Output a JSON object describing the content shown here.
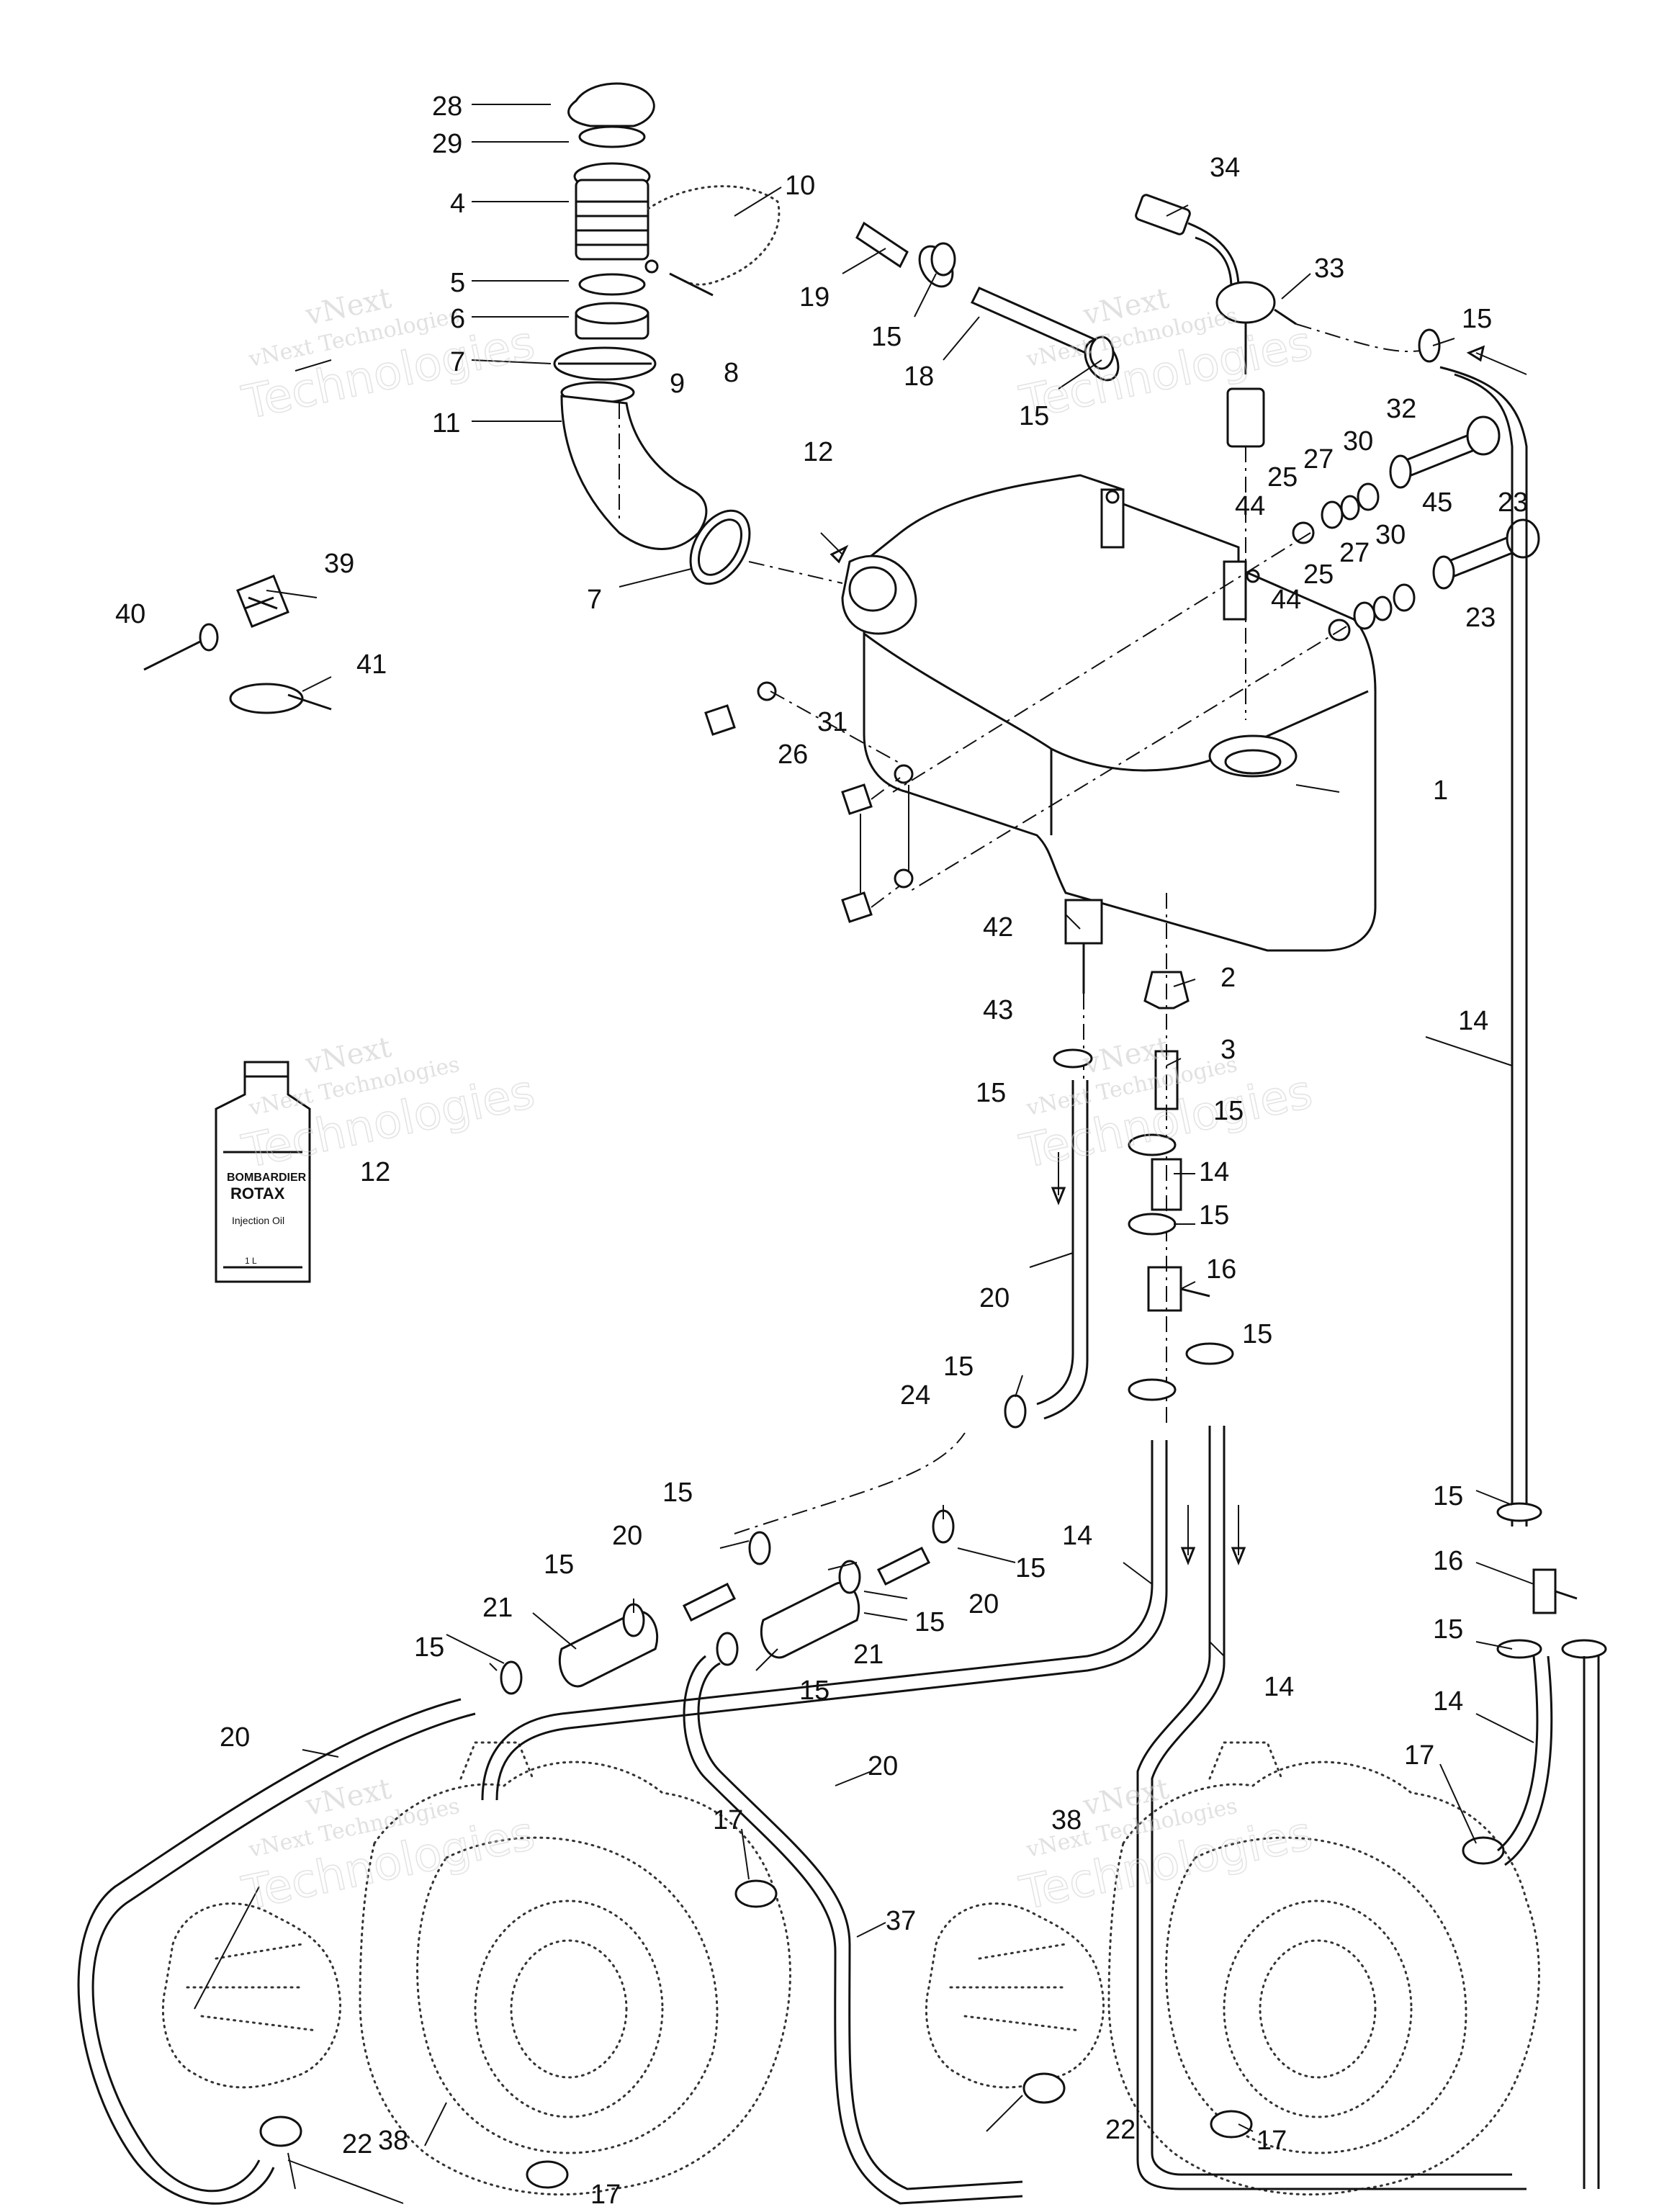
{
  "watermark": {
    "line1": "vNext",
    "line2": "vNext Technologies",
    "line3": "Technologies"
  },
  "bottle": {
    "brand": "BOMBARDIER",
    "product": "ROTAX",
    "subtitle": "Injection Oil",
    "volume": "1 L"
  },
  "callouts": [
    {
      "id": "c28a",
      "text": "28"
    },
    {
      "id": "c29",
      "text": "29"
    },
    {
      "id": "c4",
      "text": "4"
    },
    {
      "id": "c10",
      "text": "10"
    },
    {
      "id": "c5",
      "text": "5"
    },
    {
      "id": "c6",
      "text": "6"
    },
    {
      "id": "c7a",
      "text": "7"
    },
    {
      "id": "c9",
      "text": "9"
    },
    {
      "id": "c8",
      "text": "8"
    },
    {
      "id": "c11",
      "text": "11"
    },
    {
      "id": "c12a",
      "text": "12"
    },
    {
      "id": "c7b",
      "text": "7"
    },
    {
      "id": "c39",
      "text": "39"
    },
    {
      "id": "c40",
      "text": "40"
    },
    {
      "id": "c41",
      "text": "41"
    },
    {
      "id": "c34",
      "text": "34"
    },
    {
      "id": "c33",
      "text": "33"
    },
    {
      "id": "c19",
      "text": "19"
    },
    {
      "id": "c15a",
      "text": "15"
    },
    {
      "id": "c18",
      "text": "18"
    },
    {
      "id": "c15b",
      "text": "15"
    },
    {
      "id": "c15c",
      "text": "15"
    },
    {
      "id": "c32",
      "text": "32"
    },
    {
      "id": "c30a",
      "text": "30"
    },
    {
      "id": "c27a",
      "text": "27"
    },
    {
      "id": "c25a",
      "text": "25"
    },
    {
      "id": "c44a",
      "text": "44"
    },
    {
      "id": "c23a",
      "text": "23"
    },
    {
      "id": "c45",
      "text": "45"
    },
    {
      "id": "c30b",
      "text": "30"
    },
    {
      "id": "c27b",
      "text": "27"
    },
    {
      "id": "c25b",
      "text": "25"
    },
    {
      "id": "c44b",
      "text": "44"
    },
    {
      "id": "c23b",
      "text": "23"
    },
    {
      "id": "c31",
      "text": "31"
    },
    {
      "id": "c26",
      "text": "26"
    },
    {
      "id": "c1",
      "text": "1"
    },
    {
      "id": "c42",
      "text": "42"
    },
    {
      "id": "c2",
      "text": "2"
    },
    {
      "id": "c43",
      "text": "43"
    },
    {
      "id": "c3",
      "text": "3"
    },
    {
      "id": "c14a",
      "text": "14"
    },
    {
      "id": "c15d",
      "text": "15"
    },
    {
      "id": "c15e",
      "text": "15"
    },
    {
      "id": "c12b",
      "text": "12"
    },
    {
      "id": "c14b",
      "text": "14"
    },
    {
      "id": "c15f",
      "text": "15"
    },
    {
      "id": "c16a",
      "text": "16"
    },
    {
      "id": "c20a",
      "text": "20"
    },
    {
      "id": "c15g",
      "text": "15"
    },
    {
      "id": "c15h",
      "text": "15"
    },
    {
      "id": "c24",
      "text": "24"
    },
    {
      "id": "c15i",
      "text": "15"
    },
    {
      "id": "c20b",
      "text": "20"
    },
    {
      "id": "c15j",
      "text": "15"
    },
    {
      "id": "c14c",
      "text": "14"
    },
    {
      "id": "c15k",
      "text": "15"
    },
    {
      "id": "c20c",
      "text": "20"
    },
    {
      "id": "c21a",
      "text": "21"
    },
    {
      "id": "c15l",
      "text": "15"
    },
    {
      "id": "c15m",
      "text": "15"
    },
    {
      "id": "c16b",
      "text": "16"
    },
    {
      "id": "c15n",
      "text": "15"
    },
    {
      "id": "c21b",
      "text": "21"
    },
    {
      "id": "c15o",
      "text": "15"
    },
    {
      "id": "c14d",
      "text": "14"
    },
    {
      "id": "c15p",
      "text": "15"
    },
    {
      "id": "c20d",
      "text": "20"
    },
    {
      "id": "c14e",
      "text": "14"
    },
    {
      "id": "c17a",
      "text": "17"
    },
    {
      "id": "c20e",
      "text": "20"
    },
    {
      "id": "c17b",
      "text": "17"
    },
    {
      "id": "c38a",
      "text": "38"
    },
    {
      "id": "c37",
      "text": "37"
    },
    {
      "id": "c38b",
      "text": "38"
    },
    {
      "id": "c22a",
      "text": "22"
    },
    {
      "id": "c22b",
      "text": "22"
    },
    {
      "id": "c17c",
      "text": "17"
    },
    {
      "id": "c17d",
      "text": "17"
    }
  ]
}
